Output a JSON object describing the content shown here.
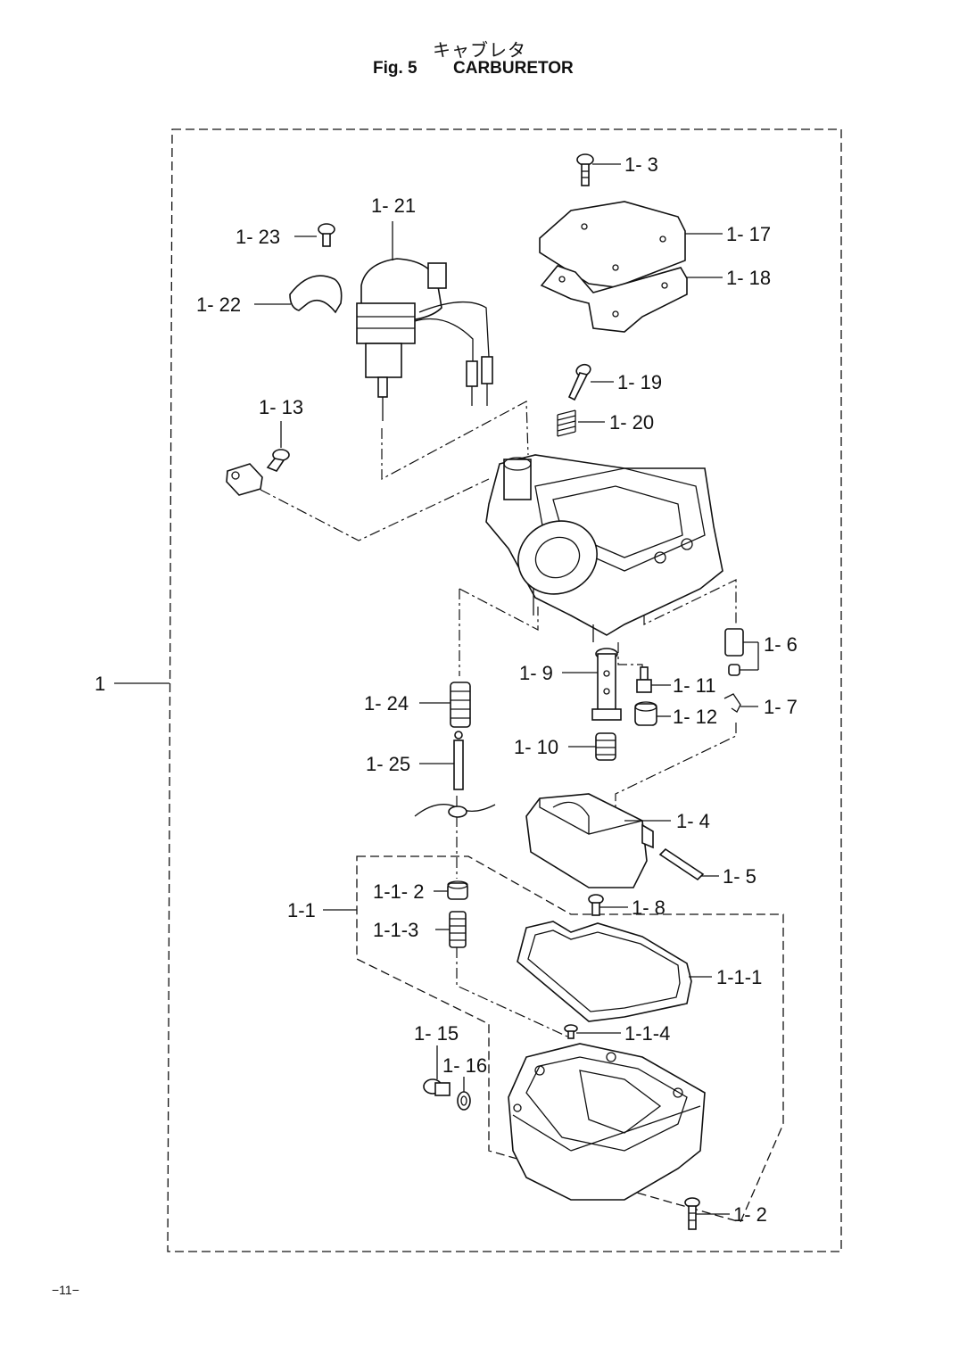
{
  "header": {
    "title_jp": "キャブレタ",
    "figure_number": "Fig. 5",
    "title_en": "CARBURETOR"
  },
  "footer": {
    "page_number": "−11−"
  },
  "callouts": [
    {
      "id": "1",
      "label": "1"
    },
    {
      "id": "1-1",
      "label": "1-1"
    },
    {
      "id": "1-1-1",
      "label": "1-1-1"
    },
    {
      "id": "1-1-2",
      "label": "1-1- 2"
    },
    {
      "id": "1-1-3",
      "label": "1-1-3"
    },
    {
      "id": "1-1-4",
      "label": "1-1-4"
    },
    {
      "id": "1-2",
      "label": "1- 2"
    },
    {
      "id": "1-3",
      "label": "1- 3"
    },
    {
      "id": "1-4",
      "label": "1- 4"
    },
    {
      "id": "1-5",
      "label": "1- 5"
    },
    {
      "id": "1-6",
      "label": "1- 6"
    },
    {
      "id": "1-7",
      "label": "1- 7"
    },
    {
      "id": "1-8",
      "label": "1- 8"
    },
    {
      "id": "1-9",
      "label": "1- 9"
    },
    {
      "id": "1-10",
      "label": "1- 10"
    },
    {
      "id": "1-11",
      "label": "1- 11"
    },
    {
      "id": "1-12",
      "label": "1- 12"
    },
    {
      "id": "1-13",
      "label": "1- 13"
    },
    {
      "id": "1-15",
      "label": "1- 15"
    },
    {
      "id": "1-16",
      "label": "1- 16"
    },
    {
      "id": "1-17",
      "label": "1- 17"
    },
    {
      "id": "1-18",
      "label": "1- 18"
    },
    {
      "id": "1-19",
      "label": "1- 19"
    },
    {
      "id": "1-20",
      "label": "1- 20"
    },
    {
      "id": "1-21",
      "label": "1- 21"
    },
    {
      "id": "1-22",
      "label": "1- 22"
    },
    {
      "id": "1-23",
      "label": "1- 23"
    },
    {
      "id": "1-24",
      "label": "1- 24"
    },
    {
      "id": "1-25",
      "label": "1- 25"
    }
  ]
}
